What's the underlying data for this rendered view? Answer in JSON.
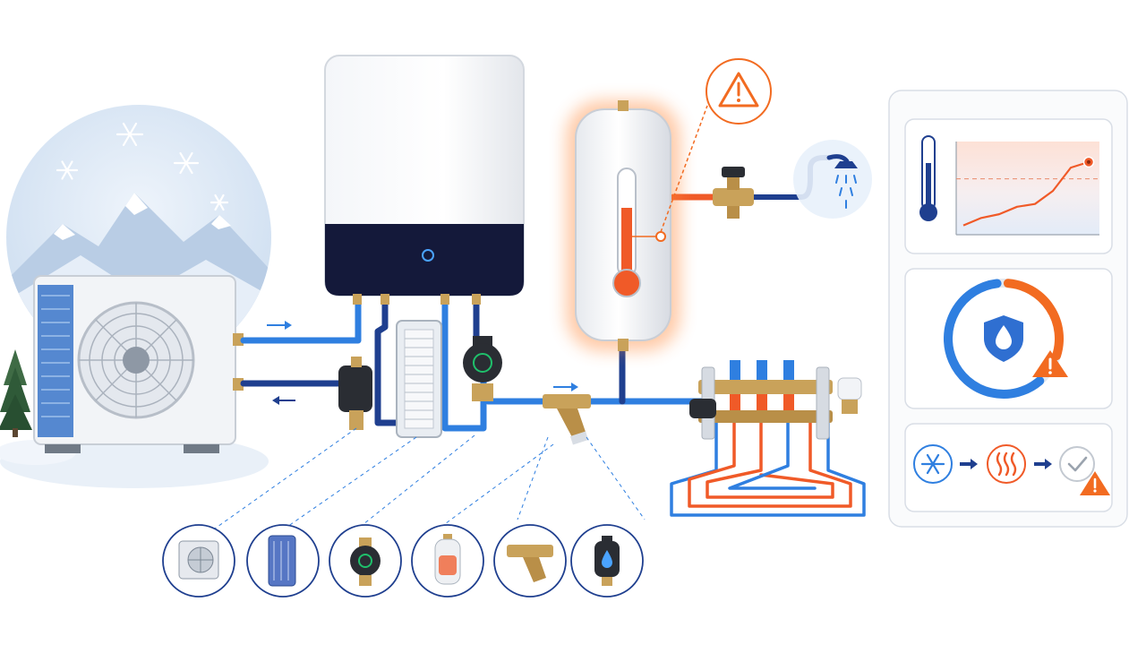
{
  "colors": {
    "cold_pipe": "#2f7fe0",
    "return_pipe": "#1f3f8f",
    "hot_pipe": "#f05a28",
    "warning": "#f26b21",
    "brass": "#c9a25a",
    "boiler_panel": "#14193a",
    "panel_border": "#d9dee6",
    "sky": "#dce9f7"
  },
  "icons": {
    "warning": "warning-triangle-icon",
    "shower": "shower-icon",
    "thermometer": "thermometer-icon",
    "shield": "shield-water-drop-icon",
    "snowflake": "snowflake-icon",
    "heat": "heat-waves-icon",
    "check": "checkmark-icon"
  },
  "trend_chart": {
    "type": "line",
    "values": [
      0.1,
      0.18,
      0.22,
      0.3,
      0.33,
      0.47,
      0.72,
      0.78
    ],
    "threshold": 0.6
  },
  "gauge": {
    "blue_fraction": 0.62,
    "orange_fraction": 0.3
  },
  "flow_sequence": [
    "snowflake-icon",
    "heat-waves-icon",
    "checkmark-icon"
  ],
  "component_legend": [
    "outdoor-unit-icon",
    "heat-exchanger-icon",
    "circulation-pump-icon",
    "expansion-vessel-icon",
    "y-strainer-icon",
    "magnetic-filter-icon"
  ]
}
